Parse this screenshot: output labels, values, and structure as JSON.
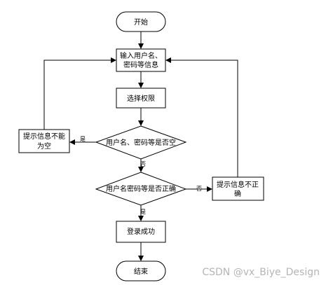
{
  "flowchart": {
    "start": "开始",
    "input_line1": "输入用户名、",
    "input_line2": "密码等信息",
    "select_permission": "选择权限",
    "check_empty": "用户名、密码等是否空",
    "check_correct": "用户名密码等是否正确",
    "empty_msg_line1": "提示信息不能",
    "empty_msg_line2": "为空",
    "wrong_msg_line1": "提示信息不正",
    "wrong_msg_line2": "确",
    "login_success": "登录成功",
    "end": "结束",
    "edge_yes_empty": "是",
    "edge_no_empty": "否",
    "edge_no_correct": "否",
    "edge_yes_correct": "是"
  },
  "watermark": "CSDN @vx_Biye_Design"
}
